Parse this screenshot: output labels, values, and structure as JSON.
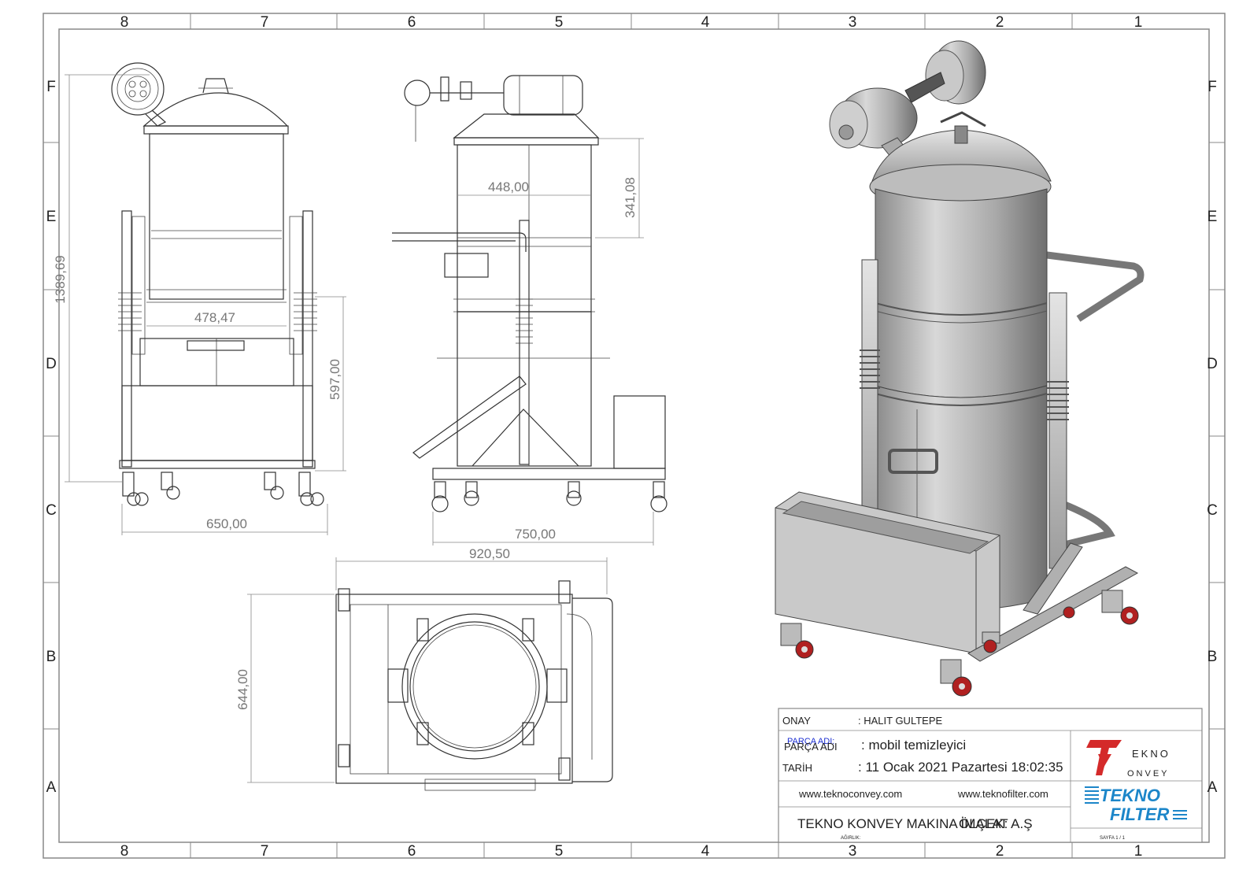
{
  "sheet": {
    "zone_columns": [
      "8",
      "7",
      "6",
      "5",
      "4",
      "3",
      "2",
      "1"
    ],
    "zone_rows": [
      "F",
      "E",
      "D",
      "C",
      "B",
      "A"
    ]
  },
  "dimensions": {
    "front_height": "1389,69",
    "front_inner_width": "478,47",
    "front_lower_height": "597,00",
    "front_width": "650,00",
    "side_top_width": "448,00",
    "side_top_height": "341,08",
    "side_base": "750,00",
    "top_width": "920,50",
    "top_depth": "644,00"
  },
  "title_block": {
    "approval_label": "ONAY",
    "approval_value": ": HALIT GULTEPE",
    "part_name_overlay": "PARÇA ADI:",
    "part_name_label": "PARÇA ADI",
    "part_name_value": ": mobil temizleyici",
    "date_label": "TARİH",
    "date_value": ": 11 Ocak 2021 Pazartesi 18:02:35",
    "website_1": "www.teknoconvey.com",
    "website_2": "www.teknofilter.com",
    "company": "TEKNO KONVEY MAKINA İMALAT  A.Ş",
    "scale_label": "ÖLÇEK:",
    "weight_label": "AĞIRLIK:",
    "sheet_label": "SAYFA 1 / 1"
  },
  "logos": {
    "konvey_logo_text": "EKNO ONVEY",
    "filter_logo_text": "TEKNO FILTER",
    "konvey_color": "#d42a2a",
    "filter_color": "#1c86c9"
  }
}
